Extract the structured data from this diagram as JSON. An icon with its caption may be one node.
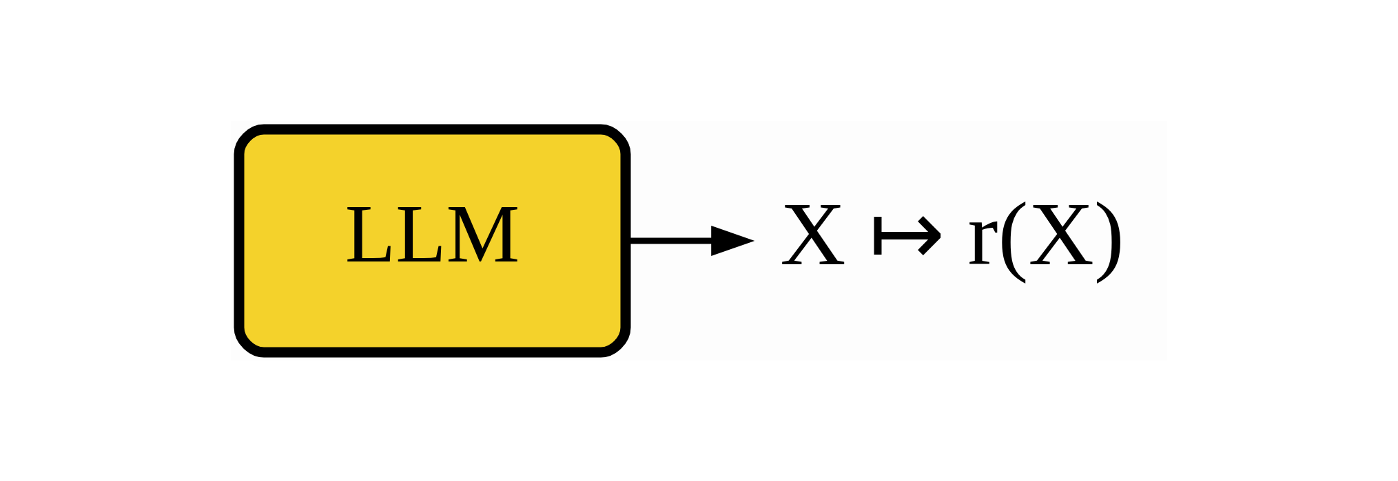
{
  "diagram": {
    "nodes": [
      {
        "text": [
          "LLM"
        ]
      },
      {
        "text": [
          "X ↦ r(X)"
        ]
      }
    ],
    "edges": [
      {
        "from": 0,
        "to": 1,
        "arrow": "to"
      }
    ]
  }
}
